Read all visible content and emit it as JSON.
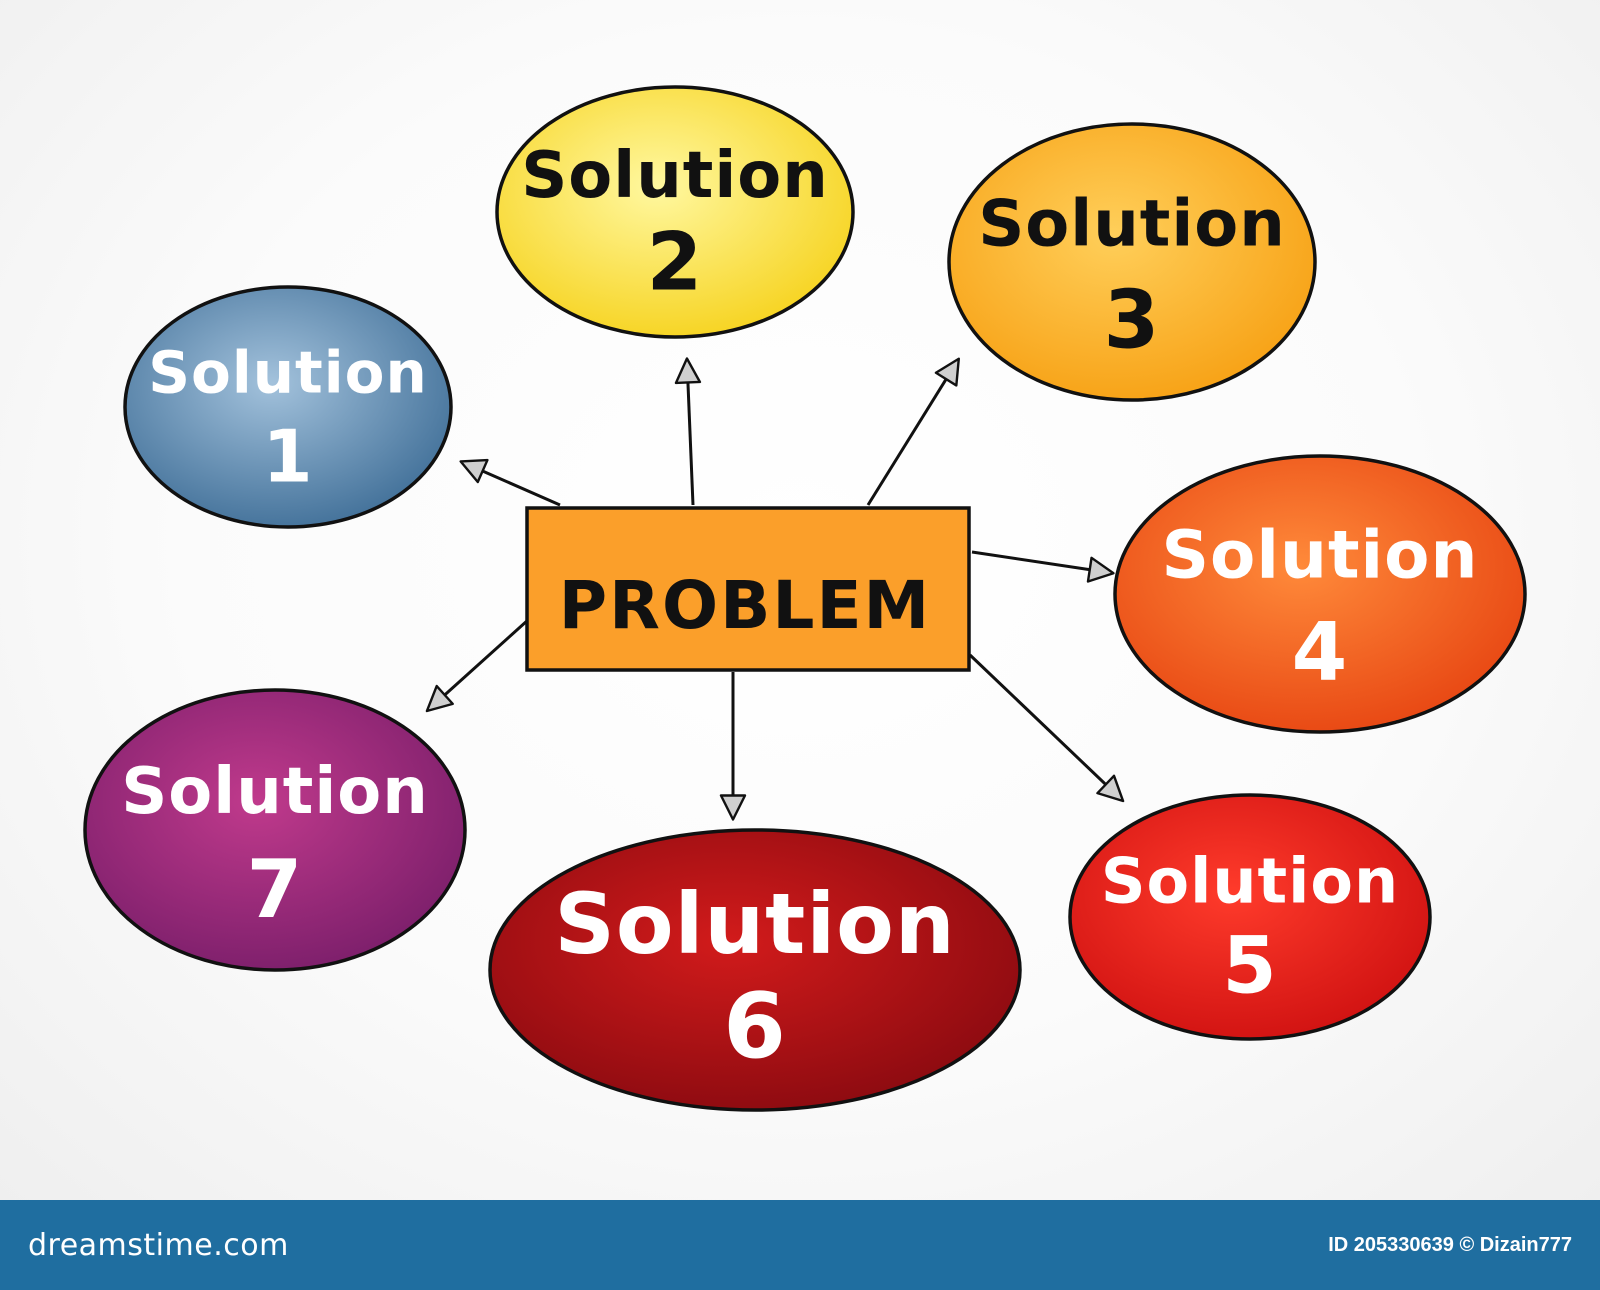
{
  "diagram": {
    "center": {
      "label": "PROBLEM",
      "fill": "#fb9f2a"
    },
    "nodes": [
      {
        "line1": "Solution",
        "line2": "1",
        "fill_light": "#a3c2dc",
        "fill_dark": "#3f6e97",
        "text_color": "#ffffff"
      },
      {
        "line1": "Solution",
        "line2": "2",
        "fill_light": "#fff8a0",
        "fill_dark": "#f6d21c",
        "text_color": "#111111"
      },
      {
        "line1": "Solution",
        "line2": "3",
        "fill_light": "#ffcf5a",
        "fill_dark": "#f7a013",
        "text_color": "#111111"
      },
      {
        "line1": "Solution",
        "line2": "4",
        "fill_light": "#ff8a3a",
        "fill_dark": "#e74512",
        "text_color": "#ffffff"
      },
      {
        "line1": "Solution",
        "line2": "5",
        "fill_light": "#ff3b2b",
        "fill_dark": "#cf1111",
        "text_color": "#ffffff"
      },
      {
        "line1": "Solution",
        "line2": "6",
        "fill_light": "#d21b1b",
        "fill_dark": "#8a0a10",
        "text_color": "#ffffff"
      },
      {
        "line1": "Solution",
        "line2": "7",
        "fill_light": "#c03a8c",
        "fill_dark": "#7a1e6a",
        "text_color": "#ffffff"
      }
    ]
  },
  "footer": {
    "brand": "dreamstime.com",
    "id_text": "ID 205330639 © Dizain777",
    "background": "#1f6ea0"
  }
}
